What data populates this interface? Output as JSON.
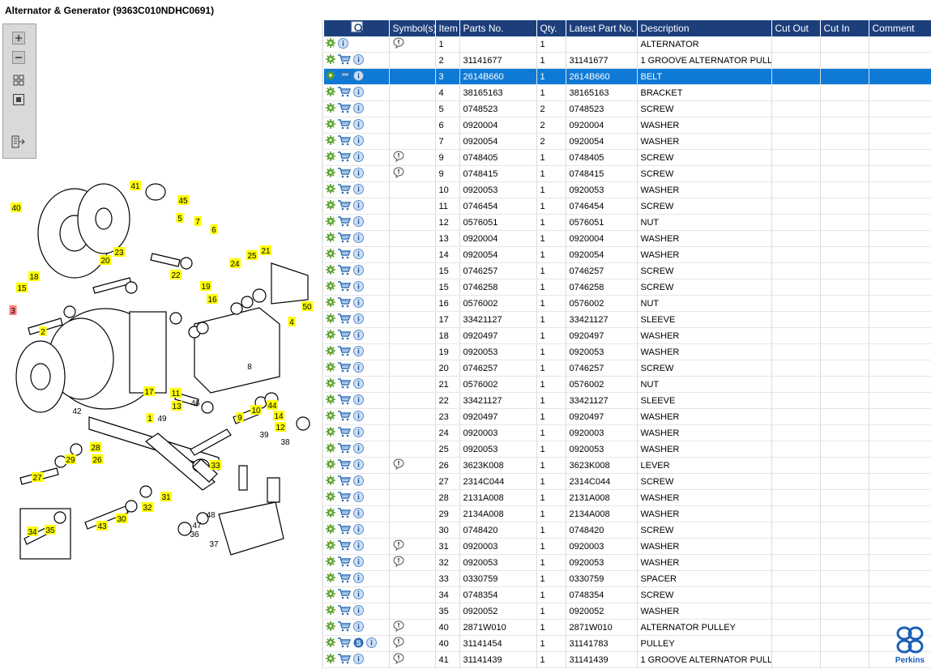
{
  "window": {
    "title": "Alternator & Generator (9363C010NDHC0691)"
  },
  "table": {
    "headers": [
      "",
      "Symbol(s)",
      "Item",
      "Parts No.",
      "Qty.",
      "Latest Part No.",
      "Description",
      "Cut Out",
      "Cut In",
      "Comment"
    ],
    "rows": [
      {
        "item": "1",
        "part": "",
        "qty": "1",
        "latest": "",
        "desc": "ALTERNATOR",
        "cart": false,
        "dollar": false,
        "note": true,
        "sel": false
      },
      {
        "item": "2",
        "part": "31141677",
        "qty": "1",
        "latest": "31141677",
        "desc": "1 GROOVE ALTERNATOR PULLEY",
        "cart": true,
        "dollar": false,
        "note": false,
        "sel": false
      },
      {
        "item": "3",
        "part": "2614B660",
        "qty": "1",
        "latest": "2614B660",
        "desc": "BELT",
        "cart": true,
        "dollar": false,
        "note": false,
        "sel": true
      },
      {
        "item": "4",
        "part": "38165163",
        "qty": "1",
        "latest": "38165163",
        "desc": "BRACKET",
        "cart": true,
        "dollar": false,
        "note": false,
        "sel": false
      },
      {
        "item": "5",
        "part": "0748523",
        "qty": "2",
        "latest": "0748523",
        "desc": "SCREW",
        "cart": true,
        "dollar": false,
        "note": false,
        "sel": false
      },
      {
        "item": "6",
        "part": "0920004",
        "qty": "2",
        "latest": "0920004",
        "desc": "WASHER",
        "cart": true,
        "dollar": false,
        "note": false,
        "sel": false
      },
      {
        "item": "7",
        "part": "0920054",
        "qty": "2",
        "latest": "0920054",
        "desc": "WASHER",
        "cart": true,
        "dollar": false,
        "note": false,
        "sel": false
      },
      {
        "item": "9",
        "part": "0748405",
        "qty": "1",
        "latest": "0748405",
        "desc": "SCREW",
        "cart": true,
        "dollar": false,
        "note": true,
        "sel": false
      },
      {
        "item": "9",
        "part": "0748415",
        "qty": "1",
        "latest": "0748415",
        "desc": "SCREW",
        "cart": true,
        "dollar": false,
        "note": true,
        "sel": false
      },
      {
        "item": "10",
        "part": "0920053",
        "qty": "1",
        "latest": "0920053",
        "desc": "WASHER",
        "cart": true,
        "dollar": false,
        "note": false,
        "sel": false
      },
      {
        "item": "11",
        "part": "0746454",
        "qty": "1",
        "latest": "0746454",
        "desc": "SCREW",
        "cart": true,
        "dollar": false,
        "note": false,
        "sel": false
      },
      {
        "item": "12",
        "part": "0576051",
        "qty": "1",
        "latest": "0576051",
        "desc": "NUT",
        "cart": true,
        "dollar": false,
        "note": false,
        "sel": false
      },
      {
        "item": "13",
        "part": "0920004",
        "qty": "1",
        "latest": "0920004",
        "desc": "WASHER",
        "cart": true,
        "dollar": false,
        "note": false,
        "sel": false
      },
      {
        "item": "14",
        "part": "0920054",
        "qty": "1",
        "latest": "0920054",
        "desc": "WASHER",
        "cart": true,
        "dollar": false,
        "note": false,
        "sel": false
      },
      {
        "item": "15",
        "part": "0746257",
        "qty": "1",
        "latest": "0746257",
        "desc": "SCREW",
        "cart": true,
        "dollar": false,
        "note": false,
        "sel": false
      },
      {
        "item": "15",
        "part": "0746258",
        "qty": "1",
        "latest": "0746258",
        "desc": "SCREW",
        "cart": true,
        "dollar": false,
        "note": false,
        "sel": false
      },
      {
        "item": "16",
        "part": "0576002",
        "qty": "1",
        "latest": "0576002",
        "desc": "NUT",
        "cart": true,
        "dollar": false,
        "note": false,
        "sel": false
      },
      {
        "item": "17",
        "part": "33421127",
        "qty": "1",
        "latest": "33421127",
        "desc": "SLEEVE",
        "cart": true,
        "dollar": false,
        "note": false,
        "sel": false
      },
      {
        "item": "18",
        "part": "0920497",
        "qty": "1",
        "latest": "0920497",
        "desc": "WASHER",
        "cart": true,
        "dollar": false,
        "note": false,
        "sel": false
      },
      {
        "item": "19",
        "part": "0920053",
        "qty": "1",
        "latest": "0920053",
        "desc": "WASHER",
        "cart": true,
        "dollar": false,
        "note": false,
        "sel": false
      },
      {
        "item": "20",
        "part": "0746257",
        "qty": "1",
        "latest": "0746257",
        "desc": "SCREW",
        "cart": true,
        "dollar": false,
        "note": false,
        "sel": false
      },
      {
        "item": "21",
        "part": "0576002",
        "qty": "1",
        "latest": "0576002",
        "desc": "NUT",
        "cart": true,
        "dollar": false,
        "note": false,
        "sel": false
      },
      {
        "item": "22",
        "part": "33421127",
        "qty": "1",
        "latest": "33421127",
        "desc": "SLEEVE",
        "cart": true,
        "dollar": false,
        "note": false,
        "sel": false
      },
      {
        "item": "23",
        "part": "0920497",
        "qty": "1",
        "latest": "0920497",
        "desc": "WASHER",
        "cart": true,
        "dollar": false,
        "note": false,
        "sel": false
      },
      {
        "item": "24",
        "part": "0920003",
        "qty": "1",
        "latest": "0920003",
        "desc": "WASHER",
        "cart": true,
        "dollar": false,
        "note": false,
        "sel": false
      },
      {
        "item": "25",
        "part": "0920053",
        "qty": "1",
        "latest": "0920053",
        "desc": "WASHER",
        "cart": true,
        "dollar": false,
        "note": false,
        "sel": false
      },
      {
        "item": "26",
        "part": "3623K008",
        "qty": "1",
        "latest": "3623K008",
        "desc": "LEVER",
        "cart": true,
        "dollar": false,
        "note": true,
        "sel": false
      },
      {
        "item": "27",
        "part": "2314C044",
        "qty": "1",
        "latest": "2314C044",
        "desc": "SCREW",
        "cart": true,
        "dollar": false,
        "note": false,
        "sel": false
      },
      {
        "item": "28",
        "part": "2131A008",
        "qty": "1",
        "latest": "2131A008",
        "desc": "WASHER",
        "cart": true,
        "dollar": false,
        "note": false,
        "sel": false
      },
      {
        "item": "29",
        "part": "2134A008",
        "qty": "1",
        "latest": "2134A008",
        "desc": "WASHER",
        "cart": true,
        "dollar": false,
        "note": false,
        "sel": false
      },
      {
        "item": "30",
        "part": "0748420",
        "qty": "1",
        "latest": "0748420",
        "desc": "SCREW",
        "cart": true,
        "dollar": false,
        "note": false,
        "sel": false
      },
      {
        "item": "31",
        "part": "0920003",
        "qty": "1",
        "latest": "0920003",
        "desc": "WASHER",
        "cart": true,
        "dollar": false,
        "note": true,
        "sel": false
      },
      {
        "item": "32",
        "part": "0920053",
        "qty": "1",
        "latest": "0920053",
        "desc": "WASHER",
        "cart": true,
        "dollar": false,
        "note": true,
        "sel": false
      },
      {
        "item": "33",
        "part": "0330759",
        "qty": "1",
        "latest": "0330759",
        "desc": "SPACER",
        "cart": true,
        "dollar": false,
        "note": false,
        "sel": false
      },
      {
        "item": "34",
        "part": "0748354",
        "qty": "1",
        "latest": "0748354",
        "desc": "SCREW",
        "cart": true,
        "dollar": false,
        "note": false,
        "sel": false
      },
      {
        "item": "35",
        "part": "0920052",
        "qty": "1",
        "latest": "0920052",
        "desc": "WASHER",
        "cart": true,
        "dollar": false,
        "note": false,
        "sel": false
      },
      {
        "item": "40",
        "part": "2871W010",
        "qty": "1",
        "latest": "2871W010",
        "desc": "ALTERNATOR PULLEY",
        "cart": true,
        "dollar": false,
        "note": true,
        "sel": false
      },
      {
        "item": "40",
        "part": "31141454",
        "qty": "1",
        "latest": "31141783",
        "desc": "PULLEY",
        "cart": true,
        "dollar": true,
        "note": true,
        "sel": false
      },
      {
        "item": "41",
        "part": "31141439",
        "qty": "1",
        "latest": "31141439",
        "desc": "1 GROOVE ALTERNATOR PULLEY",
        "cart": true,
        "dollar": false,
        "note": true,
        "sel": false
      }
    ]
  },
  "diagram": {
    "callouts": [
      "40",
      "41",
      "45",
      "5",
      "7",
      "6",
      "23",
      "20",
      "25",
      "21",
      "18",
      "24",
      "22",
      "19",
      "16",
      "15",
      "50",
      "3",
      "2",
      "4",
      "8",
      "17",
      "11",
      "13",
      "46",
      "9",
      "10",
      "44",
      "14",
      "12",
      "42",
      "1",
      "49",
      "39",
      "38",
      "28",
      "29",
      "26",
      "27",
      "33",
      "31",
      "32",
      "30",
      "43",
      "34",
      "35",
      "47",
      "48",
      "36",
      "37"
    ],
    "highlighted_callout": "3"
  },
  "brand": {
    "logo_text": "Perkins"
  },
  "colors": {
    "header": "#1c3f7c",
    "selected_row": "#0f7ad6",
    "callout": "#ffff00",
    "highlight": "#ff8080"
  }
}
